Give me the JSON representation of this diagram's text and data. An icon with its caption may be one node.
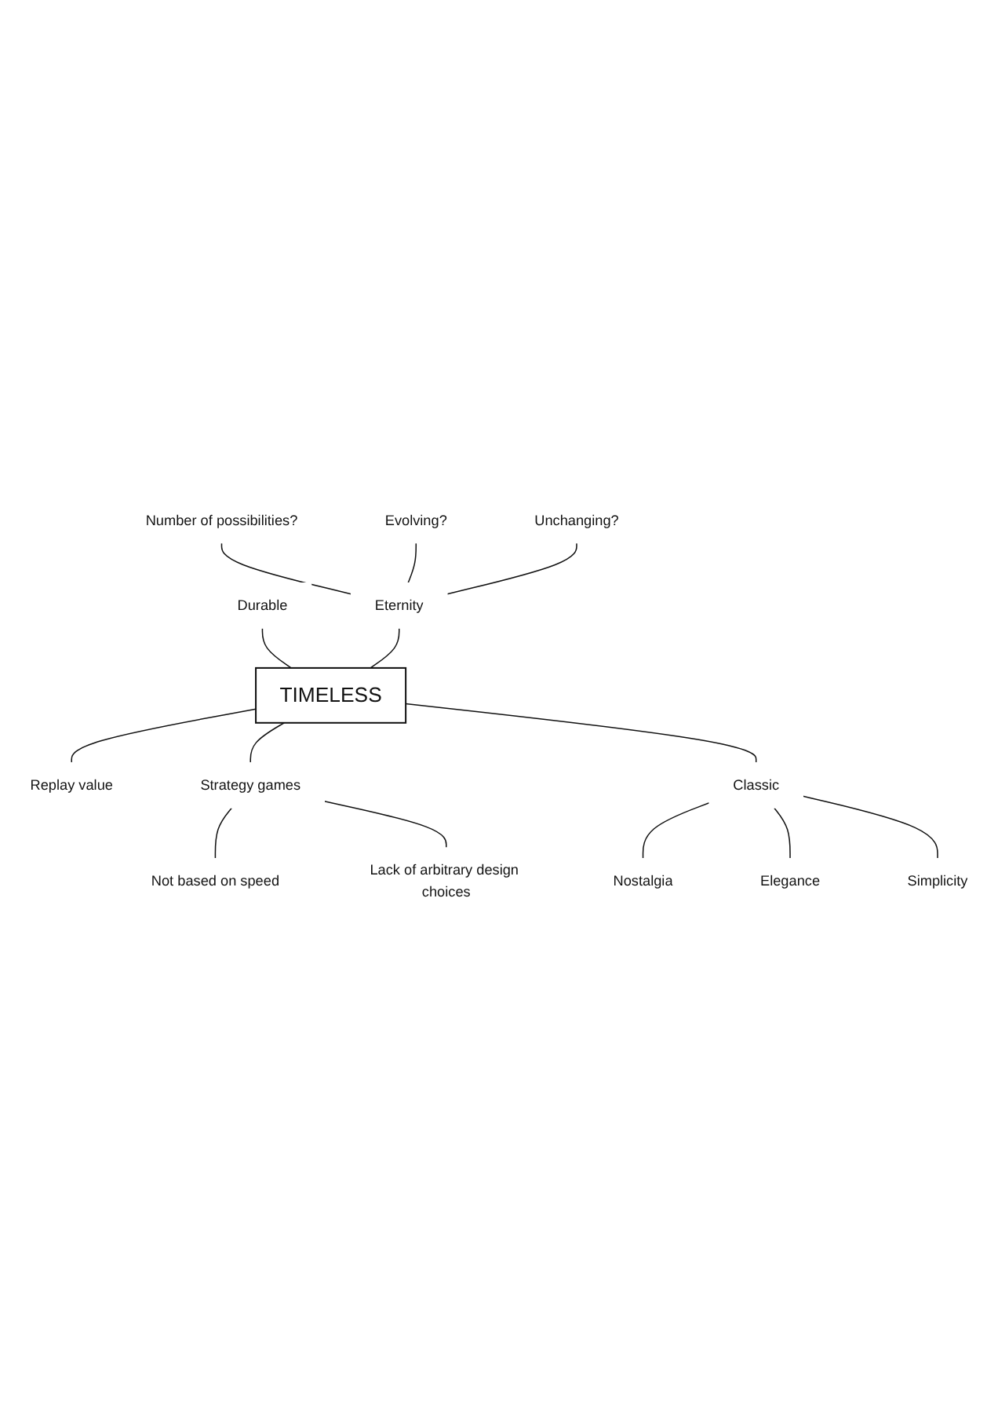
{
  "diagram": {
    "nodes": [
      {
        "text": [
          "Evolving?"
        ]
      },
      {
        "text": [
          "Number of possibilities?"
        ]
      },
      {
        "text": [
          "Unchanging?"
        ]
      },
      {
        "text": [
          "Eternity"
        ]
      },
      {
        "text": [
          "Durable"
        ]
      },
      {
        "text": [
          "TIMELESS"
        ]
      },
      {
        "text": [
          "Replay value"
        ]
      },
      {
        "text": [
          "Strategy games"
        ]
      },
      {
        "text": [
          "Classic"
        ]
      },
      {
        "text": [
          "Nostalgia"
        ]
      },
      {
        "text": [
          "Elegance"
        ]
      },
      {
        "text": [
          "Simplicity"
        ]
      },
      {
        "text": [
          "Not based on speed"
        ]
      },
      {
        "text": [
          "Lack of arbitrary design choices"
        ]
      }
    ],
    "edges": [
      {
        "from": 4,
        "to": 5,
        "arrow": "none"
      },
      {
        "from": 1,
        "to": 3,
        "arrow": "none"
      },
      {
        "from": 0,
        "to": 3,
        "arrow": "none"
      },
      {
        "from": 2,
        "to": 3,
        "arrow": "none"
      },
      {
        "from": 3,
        "to": 5,
        "arrow": "none"
      },
      {
        "from": 5,
        "to": 7,
        "arrow": "none"
      },
      {
        "from": 5,
        "to": 8,
        "arrow": "none"
      },
      {
        "from": 5,
        "to": 6,
        "arrow": "none"
      },
      {
        "from": 8,
        "to": 9,
        "arrow": "none"
      },
      {
        "from": 8,
        "to": 10,
        "arrow": "none"
      },
      {
        "from": 8,
        "to": 11,
        "arrow": "none"
      },
      {
        "from": 7,
        "to": 12,
        "arrow": "none"
      },
      {
        "from": 7,
        "to": 13,
        "arrow": "none"
      }
    ]
  }
}
